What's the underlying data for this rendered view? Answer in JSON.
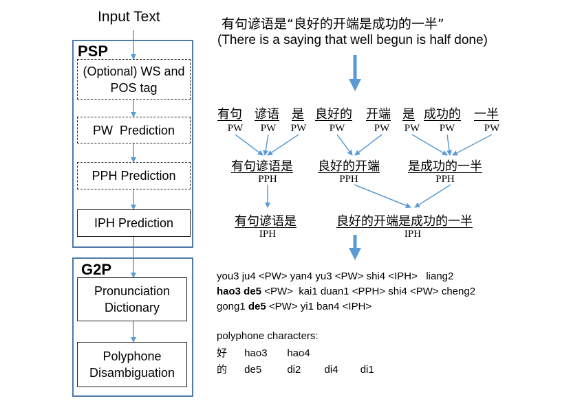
{
  "pipeline": {
    "input_label": "Input Text",
    "psp": {
      "title": "PSP",
      "steps": [
        "(Optional) WS and POS tag",
        "PW  Prediction",
        "PPH Prediction",
        "IPH Prediction"
      ]
    },
    "g2p": {
      "title": "G2P",
      "steps": [
        "Pronunciation Dictionary",
        "Polyphone Disambiguation"
      ]
    }
  },
  "example": {
    "sentence_zh": "有句谚语是“良好的开端是成功的一半”",
    "sentence_en": "(There is a saying that well begun is half done)",
    "pw_level": [
      {
        "text": "有句",
        "tag": "PW"
      },
      {
        "text": "谚语",
        "tag": "PW"
      },
      {
        "text": "是",
        "tag": "PW"
      },
      {
        "text": "良好的",
        "tag": "PW"
      },
      {
        "text": "开端",
        "tag": "PW"
      },
      {
        "text": "是",
        "tag": "PW"
      },
      {
        "text": "成功的",
        "tag": "PW"
      },
      {
        "text": "一半",
        "tag": "PW"
      }
    ],
    "pph_level": [
      {
        "text": "有句谚语是",
        "tag": "PPH"
      },
      {
        "text": "良好的开端",
        "tag": "PPH"
      },
      {
        "text": "是成功的一半",
        "tag": "PPH"
      }
    ],
    "iph_level": [
      {
        "text": "有句谚语是",
        "tag": "IPH"
      },
      {
        "text": "良好的开端是成功的一半",
        "tag": "IPH"
      }
    ],
    "pinyin_lines": [
      [
        {
          "t": "you3 ju4 <PW> yan4 yu3 <PW> shi4 <IPH>   liang2",
          "b": false
        }
      ],
      [
        {
          "t": "hao3 de5",
          "b": true
        },
        {
          "t": " <PW>  kai1 duan1 <PPH> shi4 <PW> cheng2",
          "b": false
        }
      ],
      [
        {
          "t": "gong1 ",
          "b": false
        },
        {
          "t": "de5",
          "b": true
        },
        {
          "t": " <PW> yi1 ban4 <IPH>",
          "b": false
        }
      ]
    ],
    "polyphone": {
      "label": "polyphone characters:",
      "rows": [
        {
          "char": "好",
          "readings": [
            "hao3",
            "hao4"
          ]
        },
        {
          "char": "的",
          "readings": [
            "de5",
            "di2",
            "di4",
            "di1"
          ]
        }
      ]
    }
  }
}
